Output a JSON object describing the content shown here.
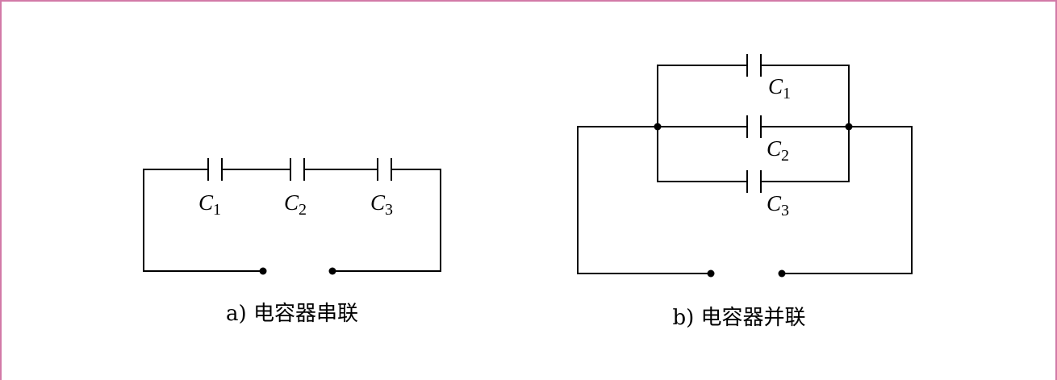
{
  "diagram_a": {
    "caption": "a) 电容器串联",
    "capacitors": [
      {
        "letter": "C",
        "sub": "1"
      },
      {
        "letter": "C",
        "sub": "2"
      },
      {
        "letter": "C",
        "sub": "3"
      }
    ]
  },
  "diagram_b": {
    "caption": "b) 电容器并联",
    "capacitors": [
      {
        "letter": "C",
        "sub": "1"
      },
      {
        "letter": "C",
        "sub": "2"
      },
      {
        "letter": "C",
        "sub": "3"
      }
    ]
  },
  "colors": {
    "frame": "#d27aa8",
    "ink": "#000000"
  }
}
